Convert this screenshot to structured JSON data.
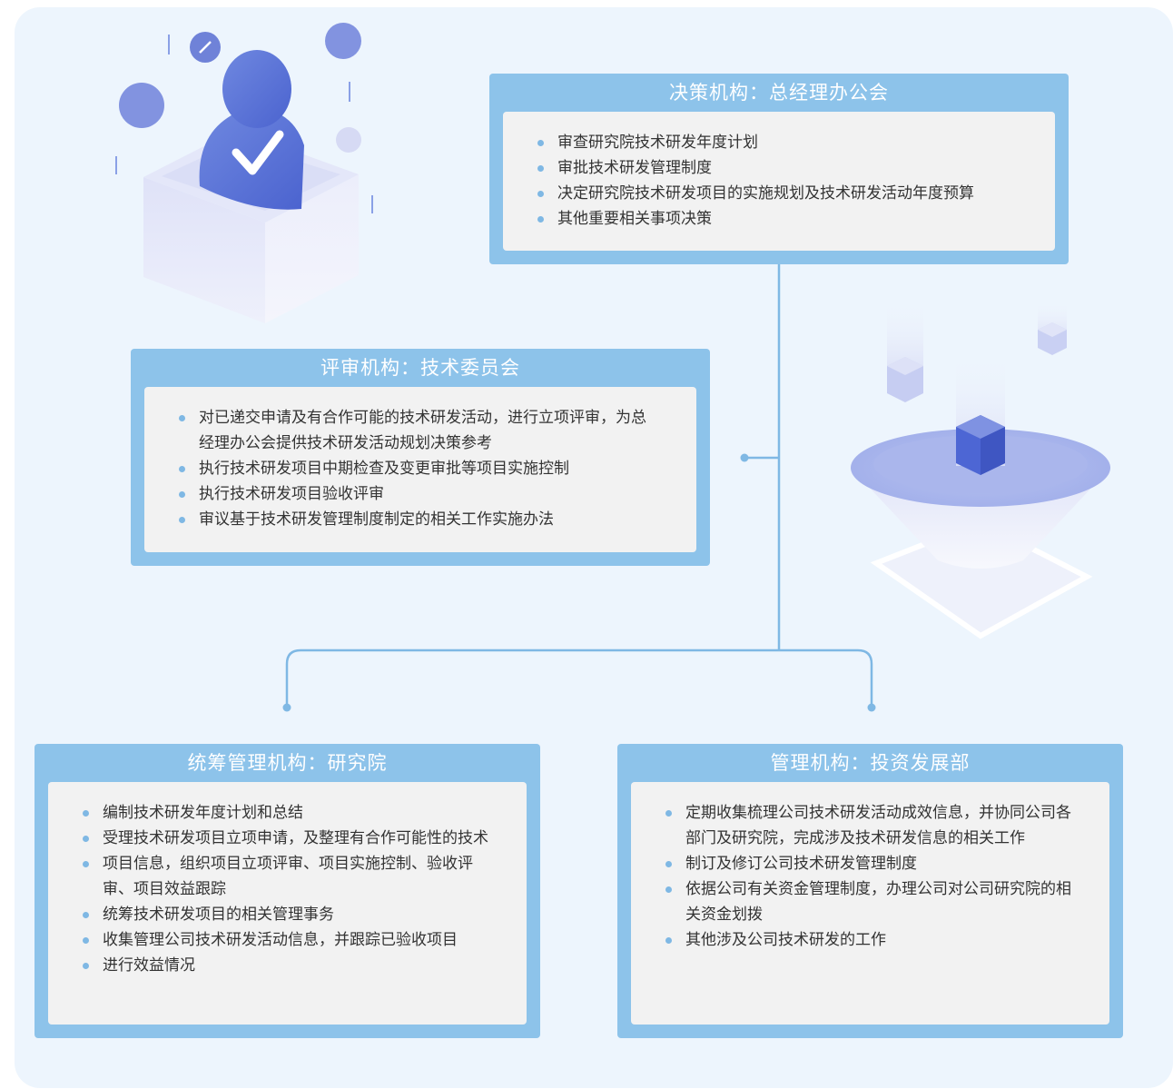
{
  "colors": {
    "background": "#edf5fd",
    "panel_border": "#8dc3ea",
    "panel_inner": "#f2f2f2",
    "connector": "#7fb8e4",
    "bullet": "#7fb8e4",
    "text": "#333333"
  },
  "decision": {
    "title": "决策机构：总经理办公会",
    "items": [
      "审查研究院技术研发年度计划",
      "审批技术研发管理制度",
      "决定研究院技术研发项目的实施规划及技术研发活动年度预算",
      "其他重要相关事项决策"
    ]
  },
  "review": {
    "title": "评审机构：技术委员会",
    "items": [
      "对已递交申请及有合作可能的技术研发活动，进行立项评审，为总经理办公会提供技术研发活动规划决策参考",
      "执行技术研发项目中期检查及变更审批等项目实施控制",
      "执行技术研发项目验收评审",
      "审议基于技术研发管理制度制定的相关工作实施办法"
    ]
  },
  "coordination": {
    "title": "统筹管理机构：研究院",
    "items": [
      "编制技术研发年度计划和总结",
      "受理技术研发项目立项申请，及整理有合作可能性的技术",
      "项目信息，组织项目立项评审、项目实施控制、验收评审、项目效益跟踪",
      "统筹技术研发项目的相关管理事务",
      "收集管理公司技术研发活动信息，并跟踪已验收项目",
      "进行效益情况"
    ]
  },
  "management": {
    "title": "管理机构：投资发展部",
    "items": [
      "定期收集梳理公司技术研发活动成效信息，并协同公司各部门及研究院，完成涉及技术研发信息的相关工作",
      "制订及修订公司技术研发管理制度",
      "依据公司有关资金管理制度，办理公司对公司研究院的相关资金划拨",
      "其他涉及公司技术研发的工作"
    ]
  },
  "illustrations": {
    "top_left": "user-approval-box-icon",
    "right": "funnel-cubes-icon"
  }
}
